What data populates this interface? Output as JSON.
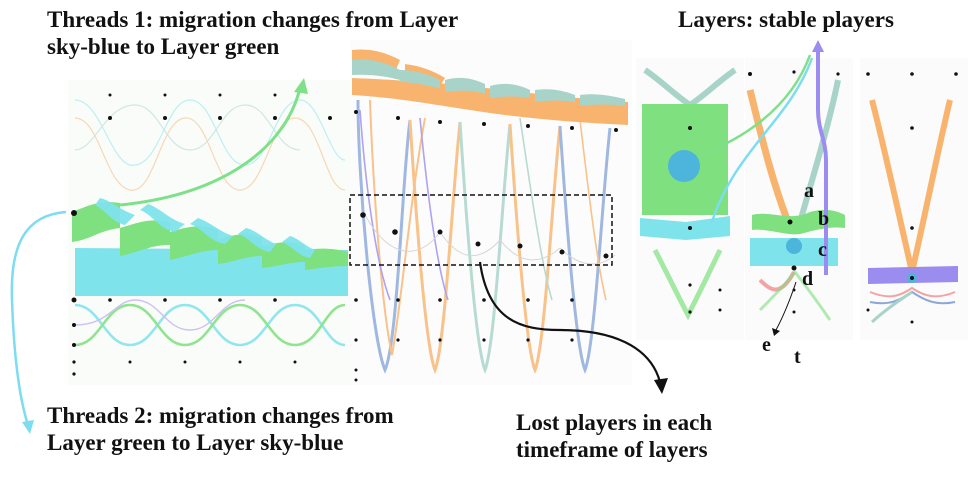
{
  "annotations": {
    "threads1": [
      "Threads 1: migration changes from Layer",
      "sky-blue to Layer green"
    ],
    "layers_title": "Layers: stable players",
    "threads2": [
      "Threads 2: migration changes from",
      "Layer green to Layer sky-blue"
    ],
    "lost_players": [
      "Lost players in each",
      "timeframe of layers"
    ],
    "letters": {
      "a": "a",
      "b": "b",
      "c": "c",
      "d": "d",
      "e": "e",
      "t": "t"
    }
  },
  "colors": {
    "green": "#7ee07e",
    "sky_blue": "#7fe3ec",
    "orange": "#f8b46e",
    "grey_teal": "#a7d3c9",
    "purple": "#9b8cf0",
    "steel_blue": "#8aa8d8",
    "pink": "#f3a3a3",
    "dot_blue": "#4db4dc",
    "arrow_green": "#7fe08a",
    "arrow_cyan": "#7ddcf0"
  },
  "icons": {
    "node": "black-dot",
    "arrow": "curved-arrow"
  }
}
